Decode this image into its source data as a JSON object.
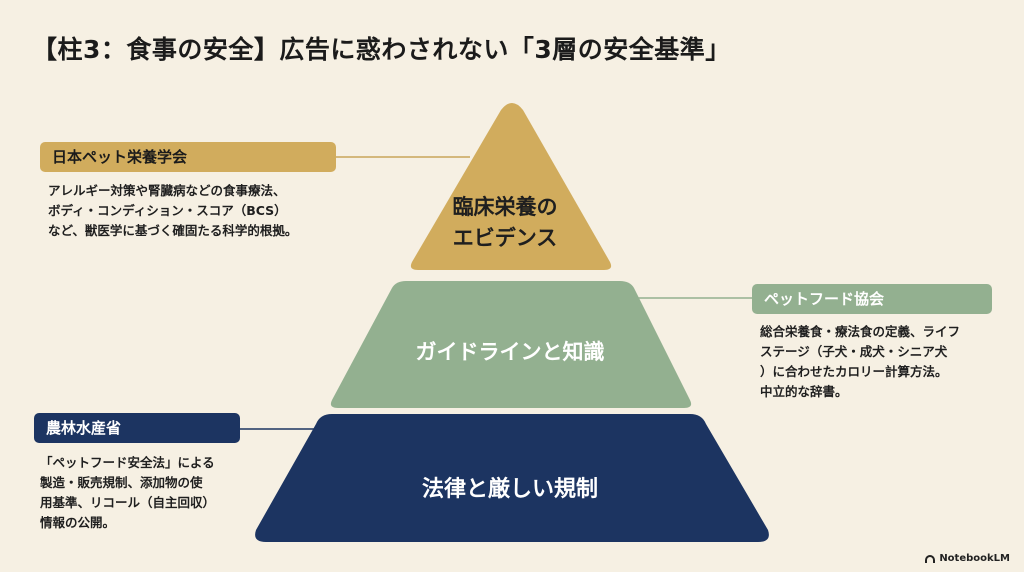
{
  "title": "【柱3：食事の安全】広告に惑わされない「3層の安全基準」",
  "tiers": {
    "top": {
      "label_line1": "臨床栄養の",
      "label_line2": "エビデンス",
      "color": "#d1ac5d"
    },
    "middle": {
      "label": "ガイドラインと知識",
      "color": "#93b090"
    },
    "bottom": {
      "label": "法律と厳しい規制",
      "color": "#1c3461"
    }
  },
  "callouts": {
    "jpsn": {
      "name": "日本ペット栄養学会",
      "lines": [
        "アレルギー対策や腎臓病などの食事療法、",
        "ボディ・コンディション・スコア（BCS）",
        "など、獣医学に基づく確固たる科学的根拠。"
      ]
    },
    "pfa": {
      "name": "ペットフード協会",
      "lines": [
        "総合栄養食・療法食の定義、ライフ",
        "ステージ（子犬・成犬・シニア犬",
        "）に合わせたカロリー計算方法。",
        "中立的な辞書。"
      ]
    },
    "maff": {
      "name": "農林水産省",
      "lines": [
        "「ペットフード安全法」による",
        "製造・販売規制、添加物の使",
        "用基準、リコール（自主回収）",
        "情報の公開。"
      ]
    }
  },
  "brand": "NotebookLM"
}
